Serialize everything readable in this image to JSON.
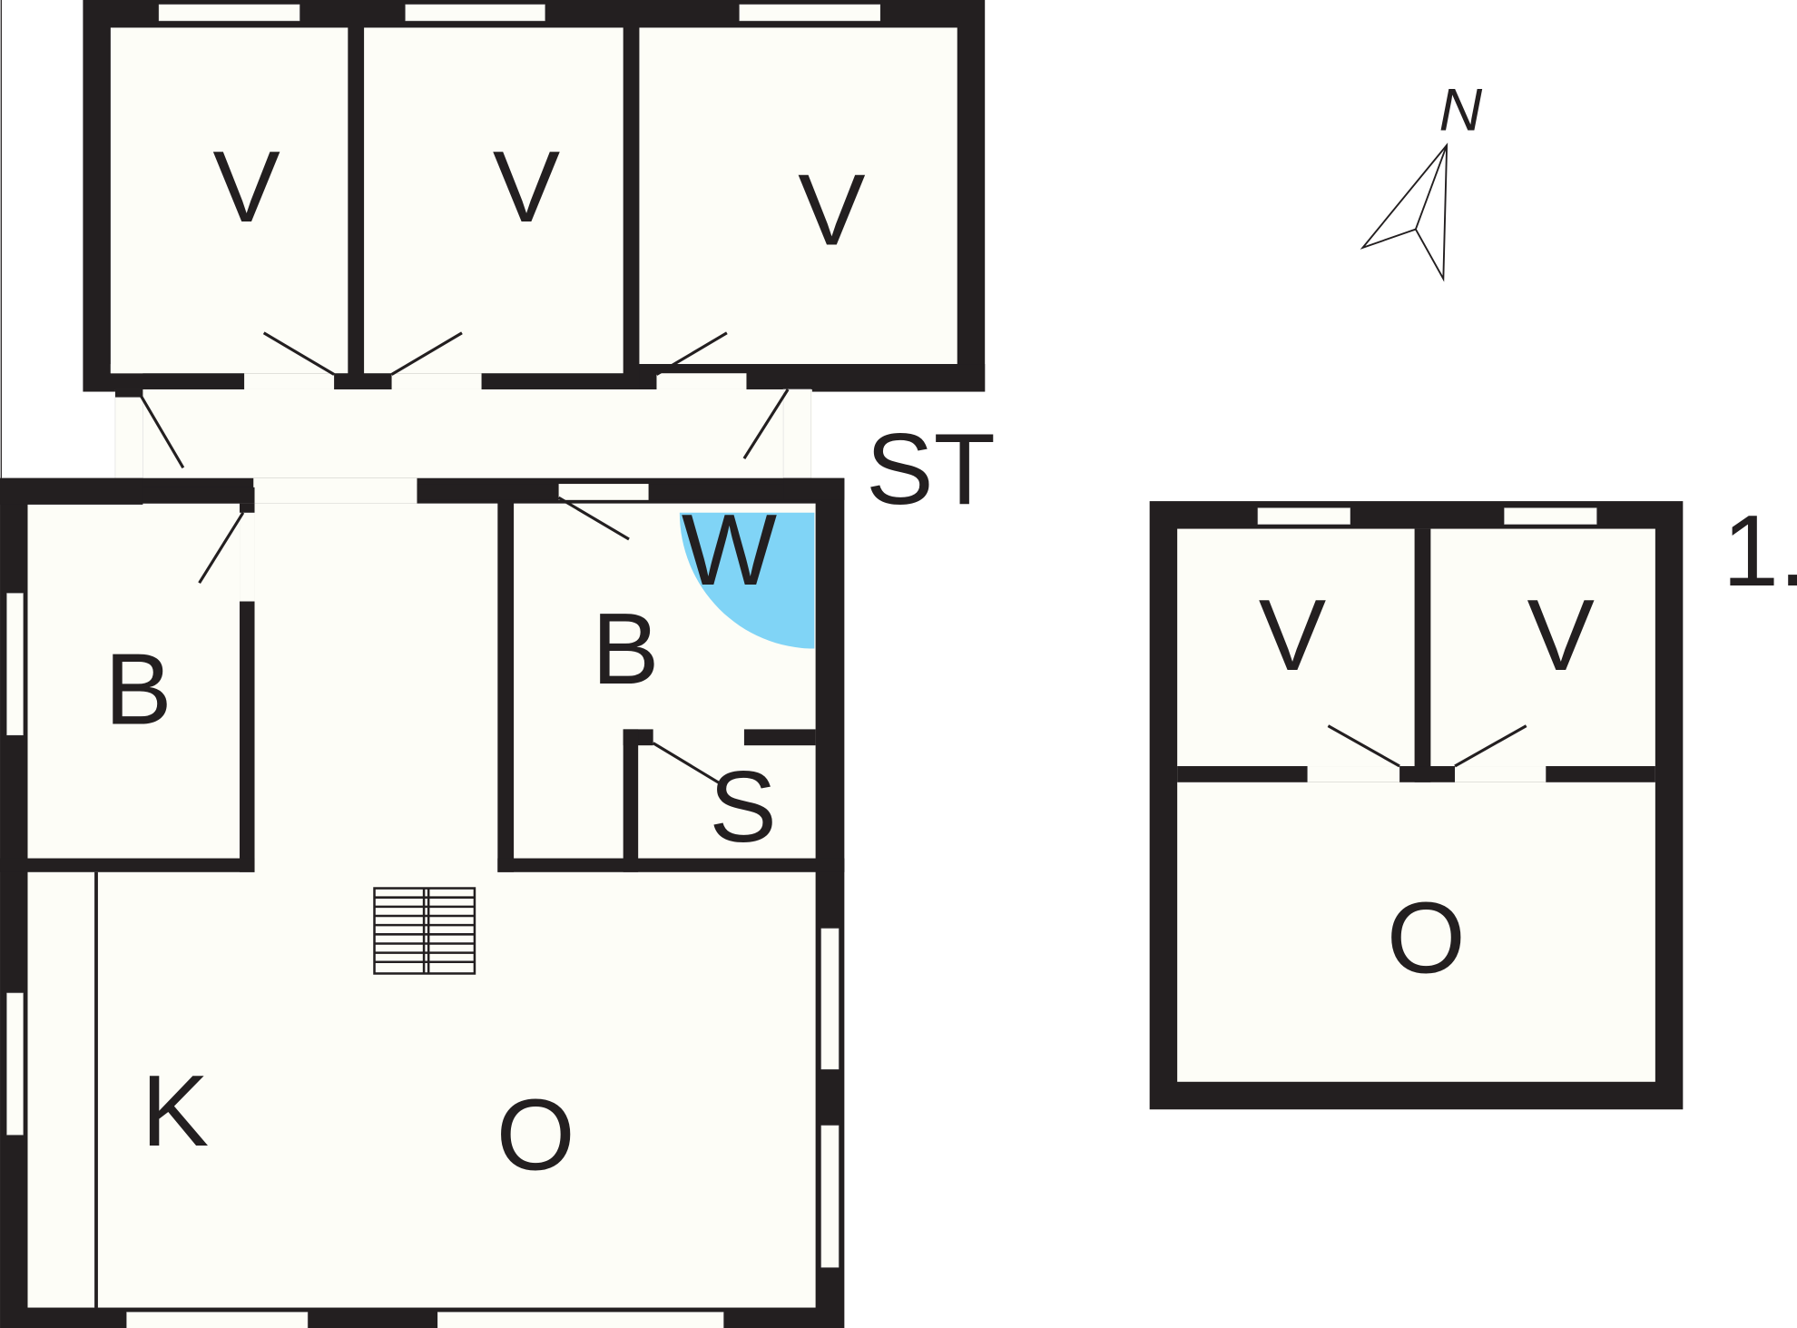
{
  "labels": {
    "v1": "V",
    "v2": "V",
    "v3": "V",
    "st": "ST",
    "b_left": "B",
    "b_right": "B",
    "w": "W",
    "s": "S",
    "k": "K",
    "o_ground": "O",
    "v4": "V",
    "v5": "V",
    "o_first": "O",
    "floor": "1.",
    "north": "N"
  },
  "colors": {
    "wall": "#231f20",
    "floor": "#fdfdf7",
    "wardrobe": "#80d4f6"
  }
}
